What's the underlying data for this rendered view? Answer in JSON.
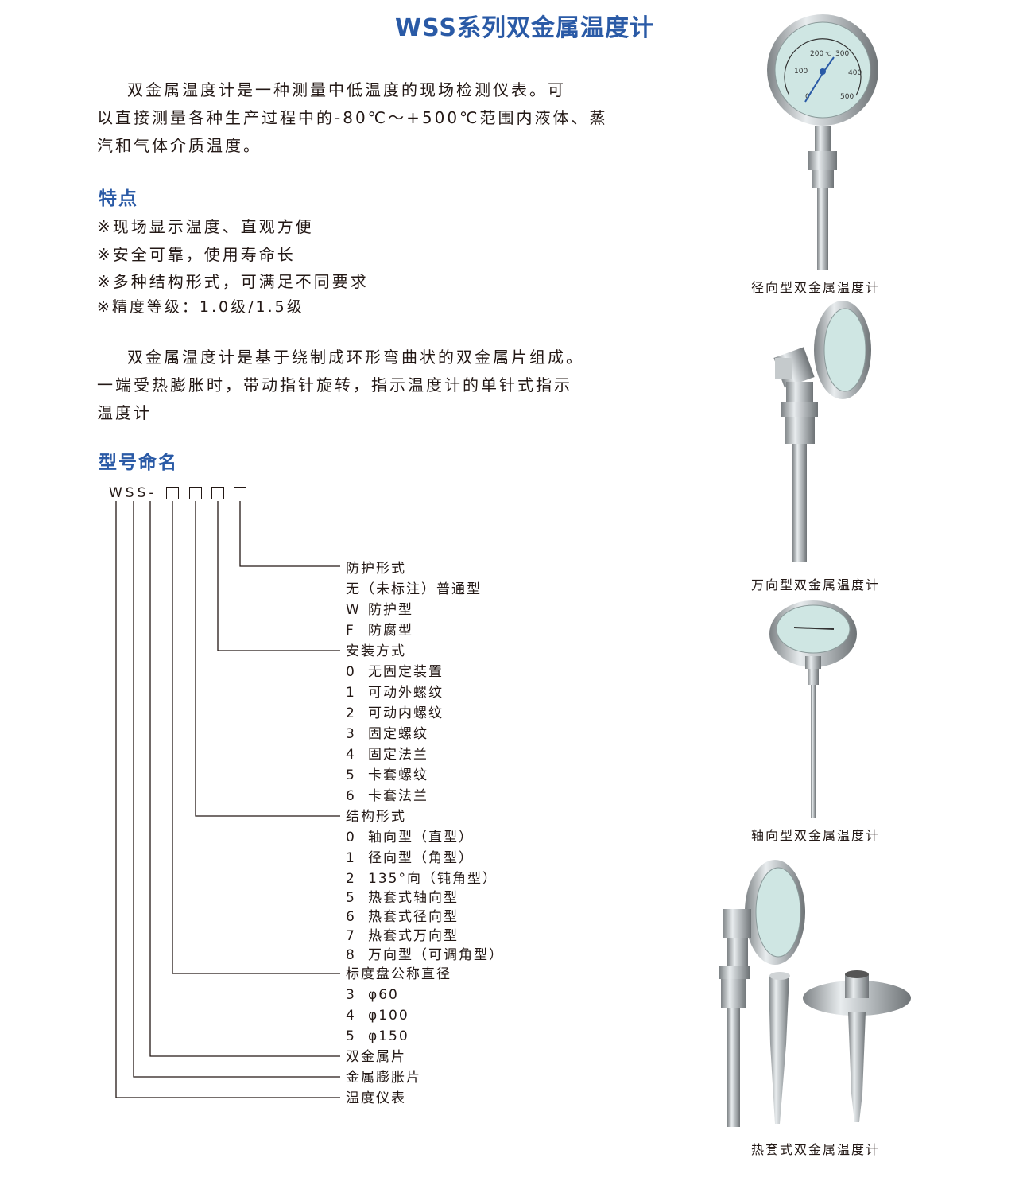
{
  "title": "WSS系列双金属温度计",
  "intro": {
    "lines": [
      "双金属温度计是一种测量中低温度的现场检测仪表。可",
      "以直接测量各种生产过程中的-80℃～+500℃范围内液体、蒸",
      "汽和气体介质温度。"
    ]
  },
  "features": {
    "heading": "特点",
    "items": [
      "※现场显示温度、直观方便",
      "※安全可靠，使用寿命长",
      "※多种结构形式，可满足不同要求",
      "※精度等级：1.0级/1.5级"
    ]
  },
  "principle": {
    "lines": [
      "双金属温度计是基于绕制成环形弯曲状的双金属片组成。",
      "一端受热膨胀时，带动指针旋转，指示温度计的单针式指示",
      "温度计"
    ]
  },
  "naming": {
    "heading": "型号命名",
    "code": "WSS-",
    "groups": [
      {
        "title": "防护形式",
        "options": [
          [
            "无（未标注）普通型",
            ""
          ],
          [
            "W",
            "防护型"
          ],
          [
            "F",
            "防腐型"
          ]
        ]
      },
      {
        "title": "安装方式",
        "options": [
          [
            "0",
            "无固定装置"
          ],
          [
            "1",
            "可动外螺纹"
          ],
          [
            "2",
            "可动内螺纹"
          ],
          [
            "3",
            "固定螺纹"
          ],
          [
            "4",
            "固定法兰"
          ],
          [
            "5",
            "卡套螺纹"
          ],
          [
            "6",
            "卡套法兰"
          ]
        ]
      },
      {
        "title": "结构形式",
        "options": [
          [
            "0",
            "轴向型（直型）"
          ],
          [
            "1",
            "径向型（角型）"
          ],
          [
            "2",
            "135°向（钝角型）"
          ],
          [
            "5",
            "热套式轴向型"
          ],
          [
            "6",
            "热套式径向型"
          ],
          [
            "7",
            "热套式万向型"
          ],
          [
            "8",
            "万向型（可调角型）"
          ]
        ]
      },
      {
        "title": "标度盘公称直径",
        "options": [
          [
            "3",
            "φ60"
          ],
          [
            "4",
            "φ100"
          ],
          [
            "5",
            "φ150"
          ]
        ]
      },
      {
        "title": "双金属片",
        "options": []
      },
      {
        "title": "金属膨胀片",
        "options": []
      },
      {
        "title": "温度仪表",
        "options": []
      }
    ]
  },
  "products": [
    {
      "caption": "径向型双金属温度计",
      "dial": [
        "200",
        "℃",
        "300",
        "100",
        "400",
        "0",
        "500"
      ]
    },
    {
      "caption": "万向型双金属温度计"
    },
    {
      "caption": "轴向型双金属温度计"
    },
    {
      "caption": "热套式双金属温度计"
    }
  ],
  "colors": {
    "heading": "#2a5aa6",
    "text": "#231815",
    "dial": "#cfe6e3"
  }
}
